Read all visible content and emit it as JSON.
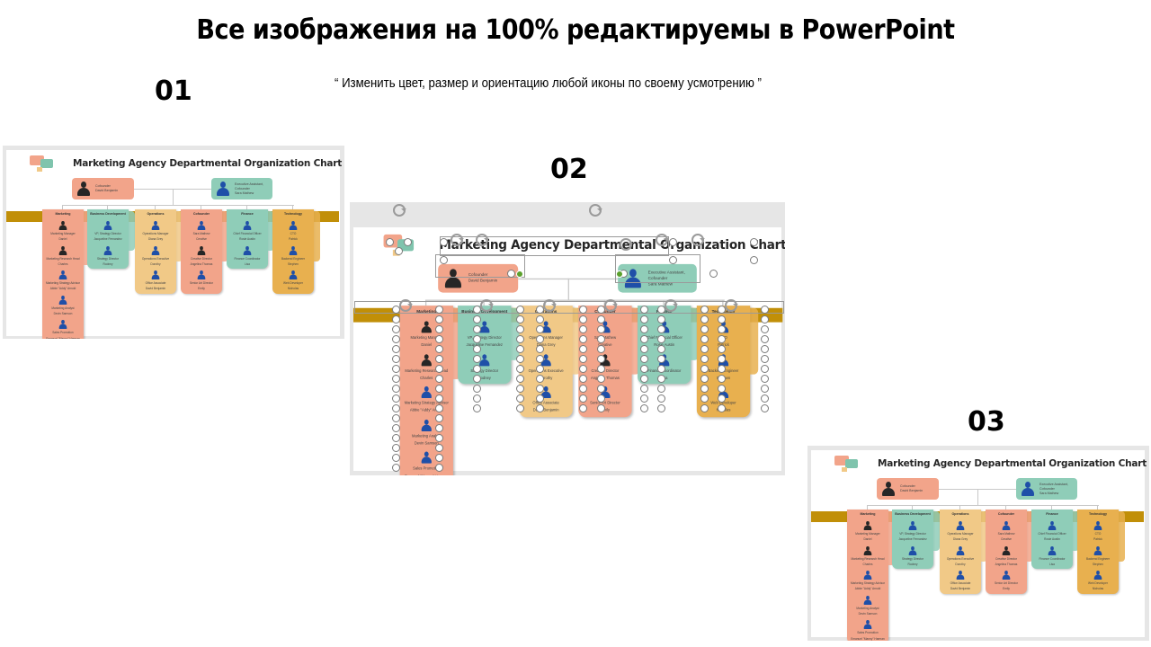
{
  "header": {
    "title": "Все изображения на 100% редактируемы в PowerPoint",
    "subtitle": "“ Изменить цвет, размер и ориентацию любой иконы по своему усмотрению ”"
  },
  "labels": [
    "01",
    "02",
    "03"
  ],
  "colors": {
    "coral": "#f2a48a",
    "teal": "#8fcdb8",
    "sand": "#f1c987",
    "gold": "#e8b04f",
    "band": "#c18f08",
    "icon_blue": "#1f4fa8",
    "icon_dark": "#262626"
  },
  "org_chart": {
    "title": "Marketing Agency Departmental Organization Chart",
    "top": [
      {
        "role": "Cofounder",
        "name": "David Benjamin",
        "icon": "person-male-icon"
      },
      {
        "role": "Executive Assistant, Cofounder",
        "name": "Sara Mathew",
        "icon": "person-female-icon"
      }
    ],
    "departments": [
      {
        "name": "Marketing",
        "color": "coral",
        "members": [
          {
            "role": "Marketing Manager",
            "name": "Daniel",
            "icon": "dark"
          },
          {
            "role": "Marketing Research Head",
            "name": "Charles",
            "icon": "dark"
          },
          {
            "role": "Marketing Strategy Advisor",
            "name": "Abbie \"Addy\" Arnold",
            "icon": "blue"
          },
          {
            "role": "Marketing Analyst",
            "name": "Devin Samson",
            "icon": "blue"
          },
          {
            "role": "Sales Promotion",
            "name": "Emanuel \"Manny\" Harman",
            "icon": "blue"
          }
        ]
      },
      {
        "name": "Business Development",
        "color": "teal",
        "members": [
          {
            "role": "VP, Strategy Director",
            "name": "Jacqueline Fernandez",
            "icon": "blue"
          },
          {
            "role": "Strategy Director",
            "name": "Rodney",
            "icon": "blue"
          }
        ]
      },
      {
        "name": "Operations",
        "color": "sand",
        "members": [
          {
            "role": "Operations Manager",
            "name": "Diana Grey",
            "icon": "blue"
          },
          {
            "role": "Operations Executive",
            "name": "Dorothy",
            "icon": "blue"
          },
          {
            "role": "Office Associate",
            "name": "David Benjamin",
            "icon": "blue"
          }
        ]
      },
      {
        "name": "Cofounder",
        "color": "coral",
        "members": [
          {
            "role": "Sara Mathew",
            "name": "Creative",
            "icon": "blue"
          },
          {
            "role": "Creative Director",
            "name": "Angelina Thomas",
            "icon": "dark"
          },
          {
            "role": "Senior Art Director",
            "name": "Emily",
            "icon": "blue"
          }
        ]
      },
      {
        "name": "Finance",
        "color": "teal",
        "members": [
          {
            "role": "Chief Financial Officer",
            "name": "Rosie Austin",
            "icon": "blue"
          },
          {
            "role": "Finance Coordinator",
            "name": "Lisa",
            "icon": "blue"
          }
        ]
      },
      {
        "name": "Technology",
        "color": "gold",
        "members": [
          {
            "role": "CTO",
            "name": "Patrick",
            "icon": "blue"
          },
          {
            "role": "Backend Engineer",
            "name": "Stephen",
            "icon": "blue"
          },
          {
            "role": "Web Developer",
            "name": "Nicholas",
            "icon": "blue"
          }
        ]
      }
    ]
  }
}
